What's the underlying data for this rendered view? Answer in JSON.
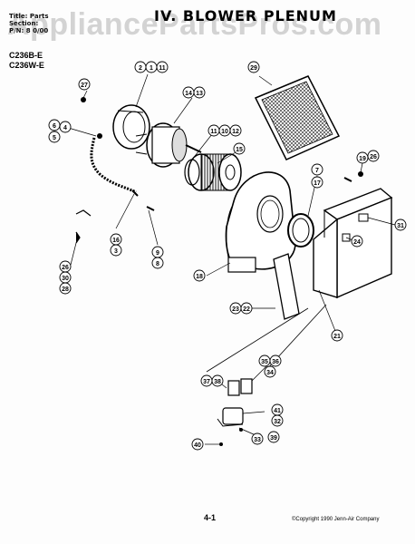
{
  "watermark": "AppliancePartsPros.com",
  "header": {
    "line1": "Title: Parts",
    "line2": "Section:",
    "line3": "P/N: 8 0/00"
  },
  "title": "IV. BLOWER PLENUM",
  "models": [
    "C236B-E",
    "C236W-E"
  ],
  "callouts": [
    "2",
    "1",
    "11",
    "27",
    "14",
    "13",
    "6",
    "4",
    "5",
    "11",
    "10",
    "12",
    "15",
    "29",
    "19",
    "26",
    "7",
    "17",
    "31",
    "24",
    "16",
    "3",
    "9",
    "8",
    "26",
    "30",
    "28",
    "18",
    "23",
    "22",
    "21",
    "35",
    "36",
    "34",
    "37",
    "38",
    "41",
    "32",
    "39",
    "33",
    "40"
  ],
  "footer": {
    "page": "4-1",
    "copyright": "©Copyright 1990 Jenn-Air Company"
  }
}
